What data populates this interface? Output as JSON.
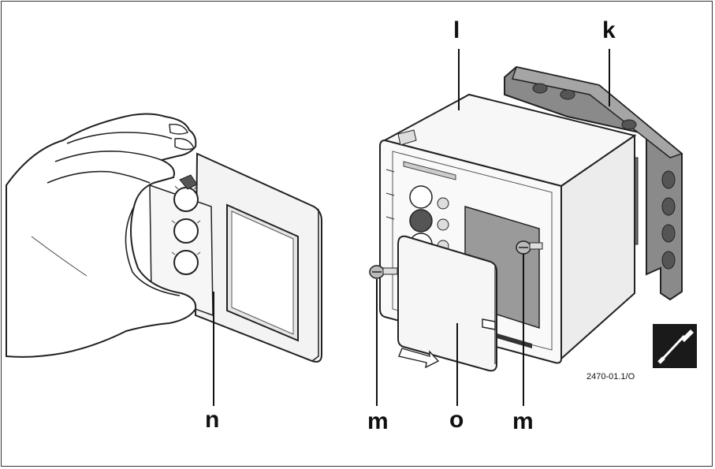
{
  "labels": {
    "k": "k",
    "l": "l",
    "n": "n",
    "m_left": "m",
    "o": "o",
    "m_right": "m"
  },
  "reference_code": "2470-01.1/O",
  "icons": {
    "tool": "screwdriver-icon"
  },
  "colors": {
    "outline": "#222222",
    "housing_grey": "#8a8a8a",
    "module_white": "#f4f4f4",
    "display_grey": "#9a9a9a"
  }
}
